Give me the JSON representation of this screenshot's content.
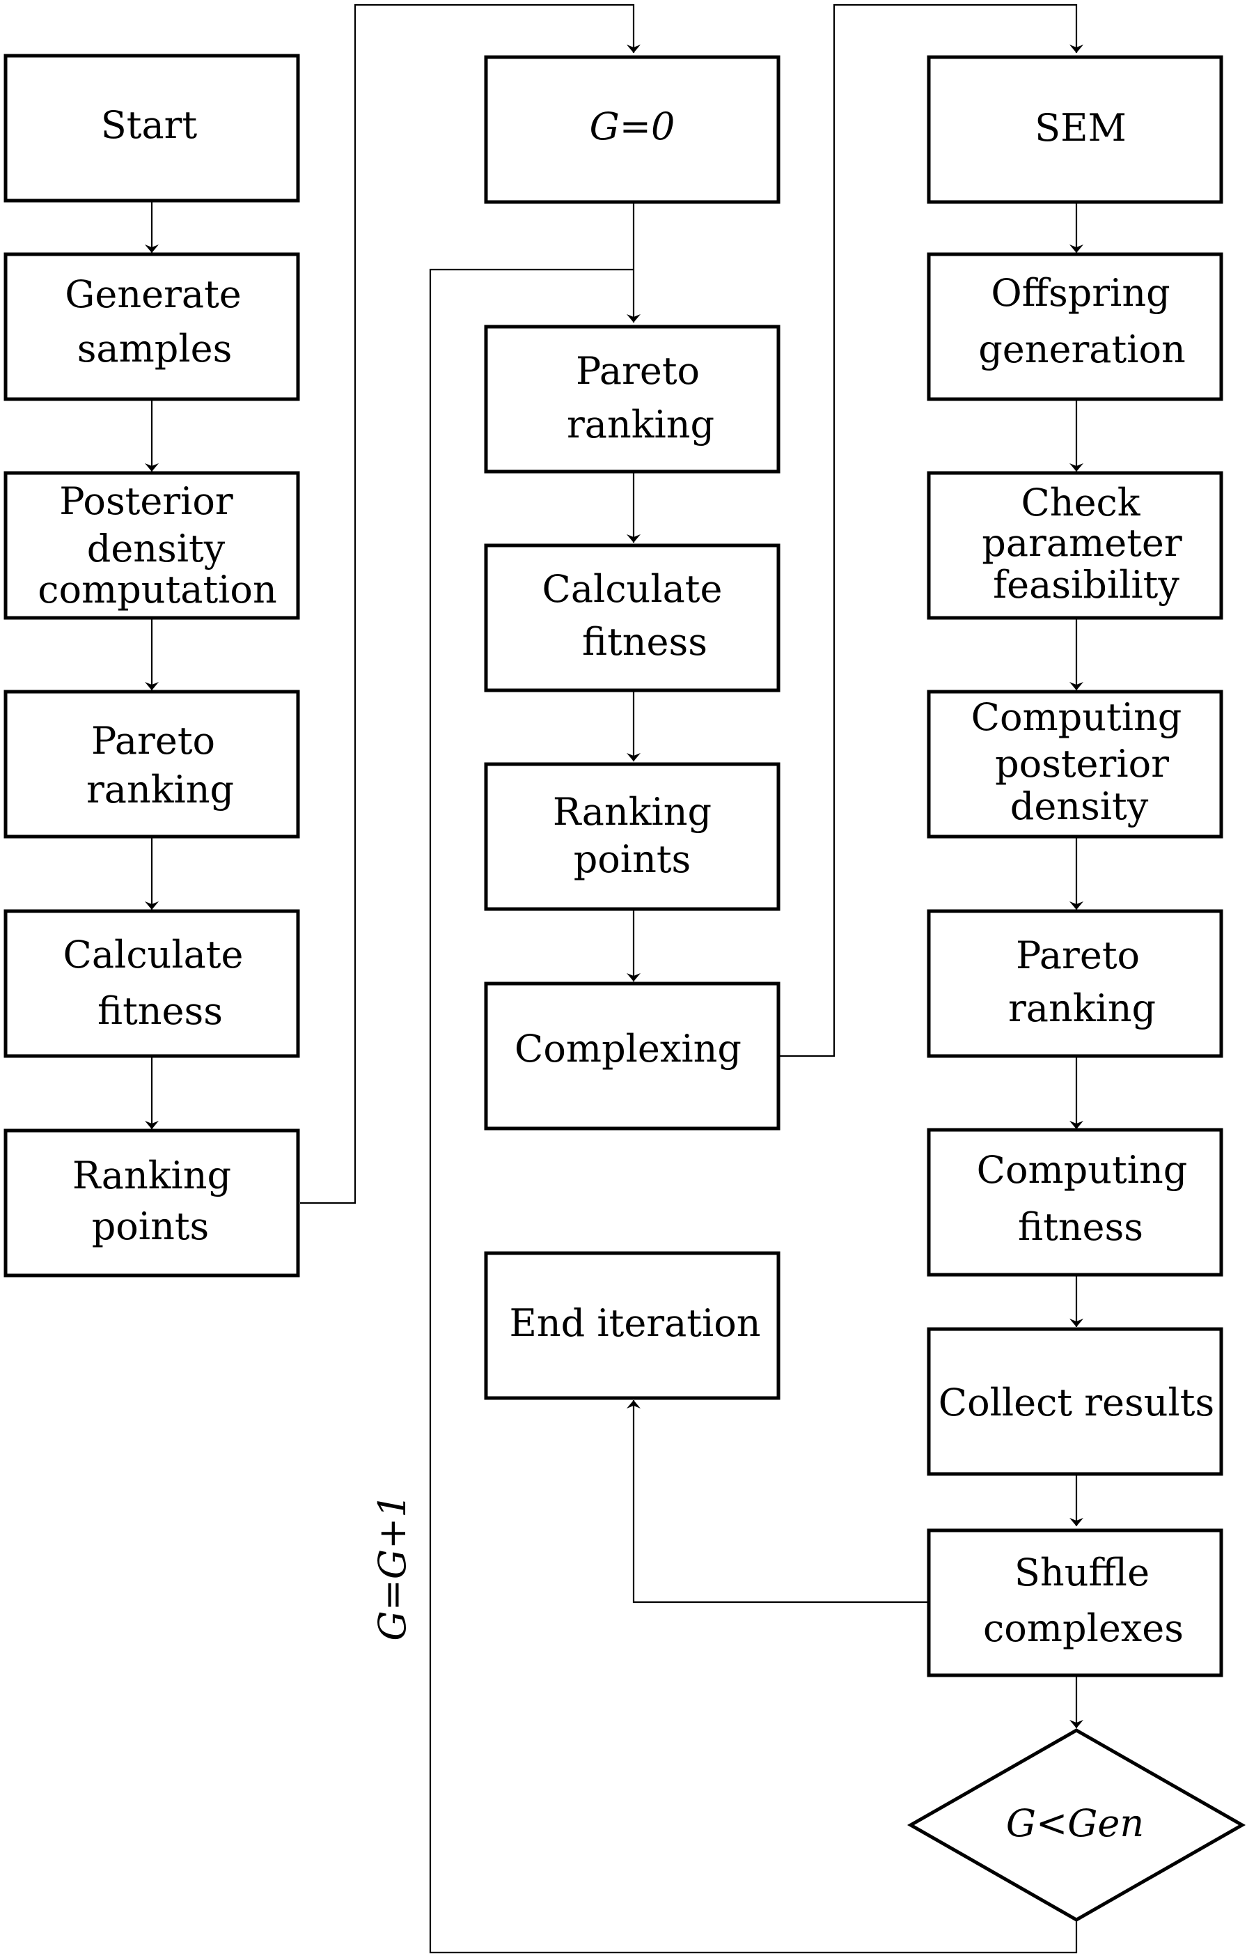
{
  "diagram": {
    "column1": {
      "start": "Start",
      "generate_samples": [
        "Generate",
        "samples"
      ],
      "posterior_density": [
        "Posterior",
        "density",
        "computation"
      ],
      "pareto_ranking": [
        "Pareto",
        "ranking"
      ],
      "calculate_fitness": [
        "Calculate",
        "fitness"
      ],
      "ranking_points": [
        "Ranking",
        "points"
      ]
    },
    "column2": {
      "g_zero": "G=0",
      "pareto_ranking": [
        "Pareto",
        "ranking"
      ],
      "calculate_fitness": [
        "Calculate",
        "fitness"
      ],
      "ranking_points": [
        "Ranking",
        "points"
      ],
      "complexing": "Complexing",
      "end_iteration": "End  iteration"
    },
    "column3": {
      "sem": "SEM",
      "offspring_generation": [
        "Offspring",
        "generation"
      ],
      "check_feasibility": [
        "Check",
        "parameter",
        "feasibility"
      ],
      "computing_posterior": [
        "Computing",
        "posterior",
        "density"
      ],
      "pareto_ranking": [
        "Pareto",
        "ranking"
      ],
      "computing_fitness": [
        "Computing",
        "fitness"
      ],
      "collect_results": "Collect   results",
      "shuffle_complexes": [
        "Shuffle",
        "complexes"
      ],
      "decision": "G<Gen"
    },
    "loop_label": "G=G+1"
  }
}
